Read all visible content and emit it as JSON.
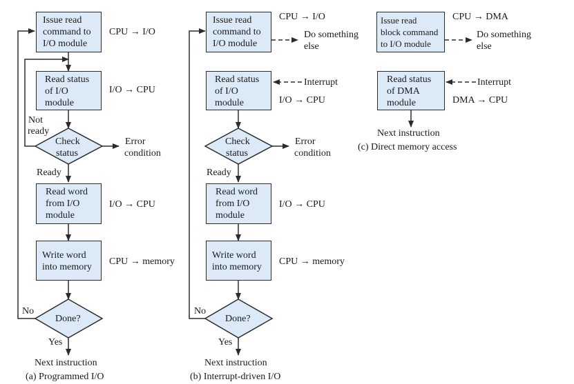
{
  "a": {
    "box_issue": [
      "Issue read",
      "command to",
      "I/O module"
    ],
    "box_read_status": [
      "Read status",
      "of I/O",
      "module"
    ],
    "box_check": [
      "Check",
      "status"
    ],
    "box_read_word": [
      "Read word",
      "from I/O",
      "module"
    ],
    "box_write_word": [
      "Write word",
      "into memory"
    ],
    "box_done": "Done?",
    "lbl_cpu_io": "CPU → I/O",
    "lbl_io_cpu_1": "I/O → CPU",
    "lbl_io_cpu_2": "I/O → CPU",
    "lbl_cpu_mem": "CPU → memory",
    "lbl_not_ready": [
      "Not",
      "ready"
    ],
    "lbl_ready": "Ready",
    "lbl_error": [
      "Error",
      "condition"
    ],
    "lbl_no": "No",
    "lbl_yes": "Yes",
    "lbl_next": "Next instruction",
    "caption": "(a) Programmed I/O"
  },
  "b": {
    "box_issue": [
      "Issue read",
      "command to",
      "I/O module"
    ],
    "box_read_status": [
      "Read status",
      "of I/O",
      "module"
    ],
    "box_check": [
      "Check",
      "status"
    ],
    "box_read_word": [
      "Read word",
      "from I/O",
      "module"
    ],
    "box_write_word": [
      "Write word",
      "into memory"
    ],
    "box_done": "Done?",
    "lbl_cpu_io": "CPU → I/O",
    "lbl_do_something": [
      "Do something",
      "else"
    ],
    "lbl_interrupt": "Interrupt",
    "lbl_io_cpu_1": "I/O → CPU",
    "lbl_io_cpu_2": "I/O → CPU",
    "lbl_cpu_mem": "CPU → memory",
    "lbl_ready": "Ready",
    "lbl_error": [
      "Error",
      "condition"
    ],
    "lbl_no": "No",
    "lbl_yes": "Yes",
    "lbl_next": "Next instruction",
    "caption": "(b) Interrupt-driven I/O"
  },
  "c": {
    "box_issue": [
      "Issue read",
      "block command",
      "to I/O module"
    ],
    "box_read_status": [
      "Read status",
      "of DMA",
      "module"
    ],
    "lbl_cpu_dma": "CPU → DMA",
    "lbl_do_something": [
      "Do something",
      "else"
    ],
    "lbl_interrupt": "Interrupt",
    "lbl_dma_cpu": "DMA → CPU",
    "lbl_next": "Next instruction",
    "caption": "(c) Direct memory access"
  },
  "colors": {
    "box_fill": "#dceaf8",
    "stroke": "#2b2b2b",
    "text": "#1a1a1a"
  }
}
